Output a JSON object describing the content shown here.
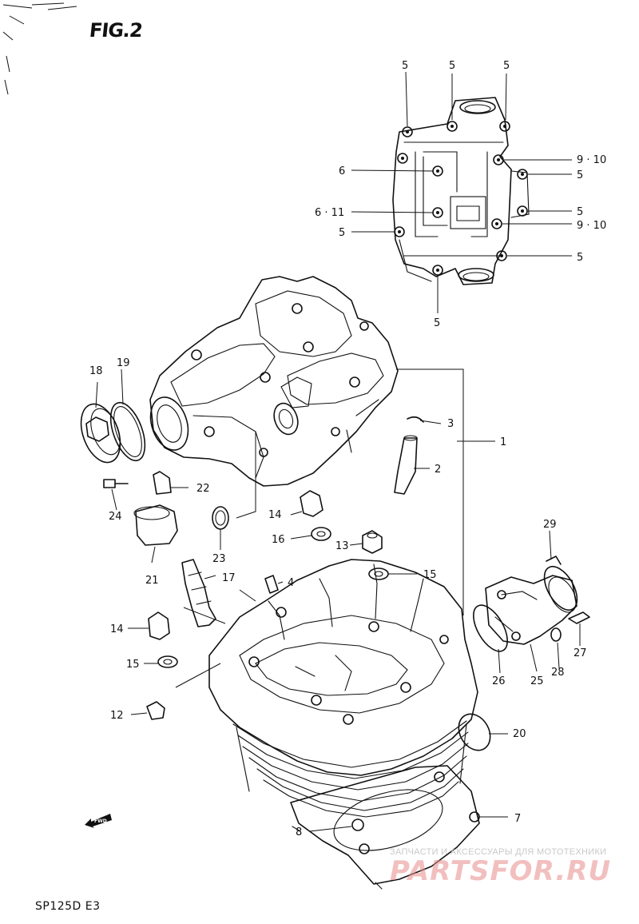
{
  "figure_title": "FIG.2",
  "model_label": "SP125D E3",
  "watermark": {
    "tagline": "ЗАПЧАСТИ И АКСЕССУАРЫ ДЛЯ МОТОТЕХНИКИ",
    "logo": "PARTSFOR.RU"
  },
  "fwd_label": "FWD",
  "callouts": {
    "c1": "1",
    "c2": "2",
    "c3": "3",
    "c4": "4",
    "c5a": "5",
    "c5b": "5",
    "c5c": "5",
    "c5d": "5",
    "c5e": "5",
    "c5f": "5",
    "c5g": "5",
    "c5h": "5",
    "c6": "6",
    "c6_11": "6 · 11",
    "c7": "7",
    "c8": "8",
    "c9_10a": "9 · 10",
    "c9_10b": "9 · 10",
    "c12": "12",
    "c13": "13",
    "c14a": "14",
    "c14b": "14",
    "c15a": "15",
    "c15b": "15",
    "c16": "16",
    "c17": "17",
    "c18": "18",
    "c19": "19",
    "c20": "20",
    "c21": "21",
    "c22": "22",
    "c23": "23",
    "c24": "24",
    "c25": "25",
    "c26": "26",
    "c27": "27",
    "c28": "28",
    "c29": "29"
  }
}
